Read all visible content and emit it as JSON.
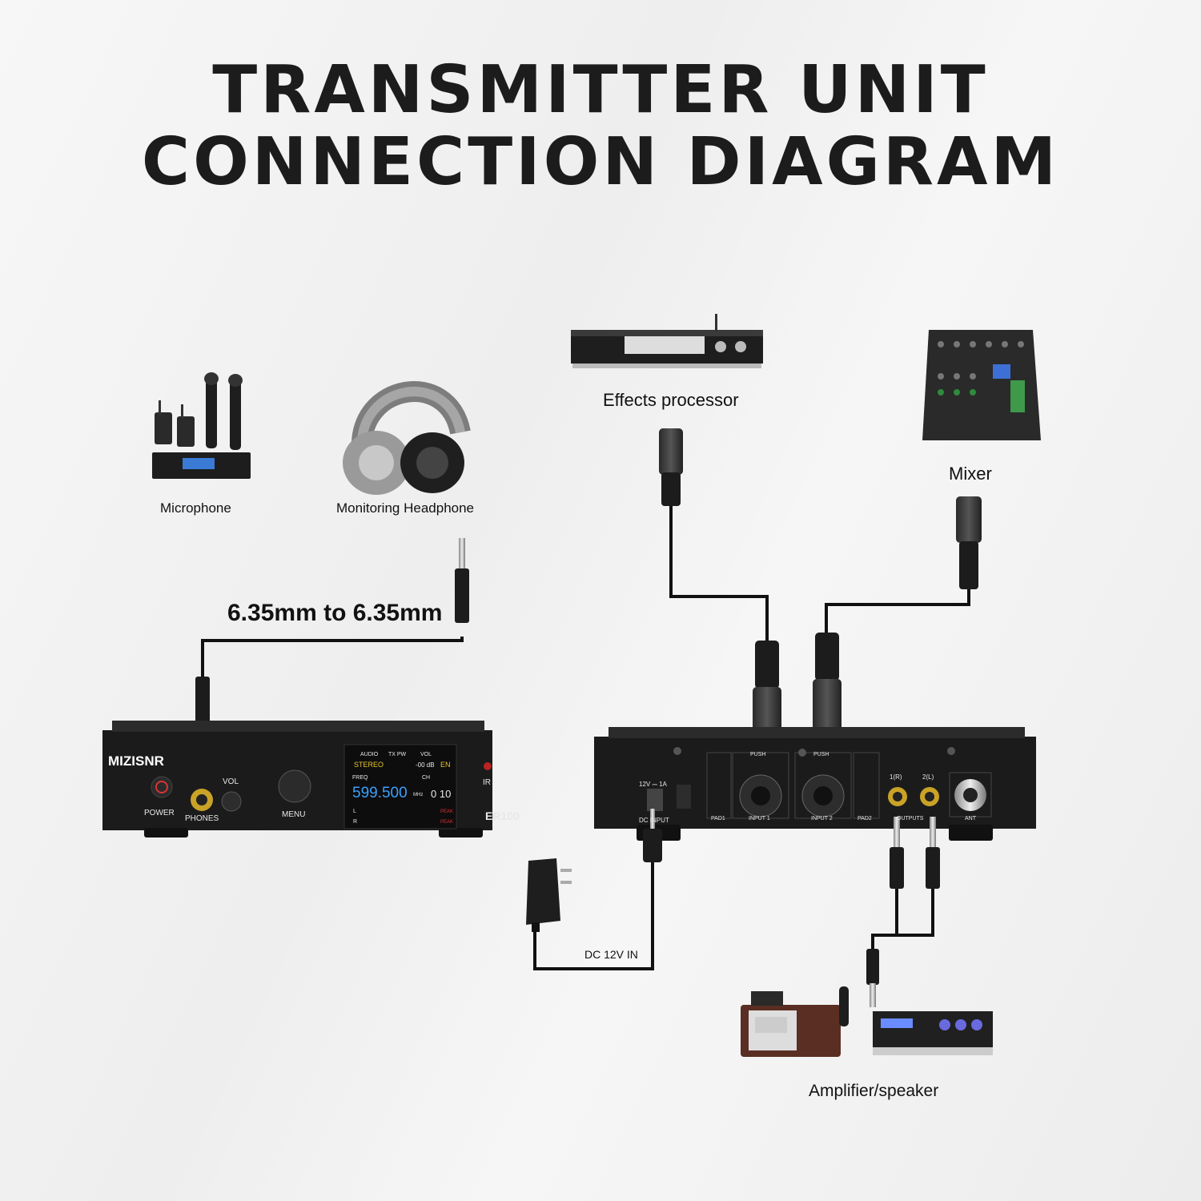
{
  "title": {
    "line1": "TRANSMITTER UNIT",
    "line2": "CONNECTION DIAGRAM"
  },
  "labels": {
    "microphone": "Microphone",
    "monitoring_headphone": "Monitoring Headphone",
    "effects_processor": "Effects processor",
    "mixer": "Mixer",
    "cable_635": "6.35mm to 6.35mm",
    "dc_12v_in": "DC 12V IN",
    "amplifier_speaker": "Amplifier/speaker"
  },
  "front_panel": {
    "brand": "MIZISNR",
    "power": "POWER",
    "phones": "PHONES",
    "vol": "VOL",
    "menu": "MENU",
    "ir": "IR",
    "model": "ER100",
    "display": {
      "audio": "AUDIO",
      "stereo": "STEREO",
      "tx_pw": "TX PW",
      "vol": "VOL",
      "vol_value": "-00 dB",
      "lang": "EN",
      "freq": "FREQ",
      "freq_value": "599.500",
      "mhz": "MHz",
      "ch": "CH",
      "ch_value": "0 10",
      "l": "L",
      "r": "R",
      "peak": "PEAK"
    }
  },
  "back_panel": {
    "dc_rating": "12V ⎓ 1A",
    "dc_input": "DC INPUT",
    "push": "PUSH",
    "pad1": "PAD1",
    "input1": "INPUT 1",
    "input2": "INPUT 2",
    "pad2": "PAD2",
    "out1": "1(R)",
    "out2": "2(L)",
    "outputs": "OUTPUTS",
    "ant": "ANT"
  },
  "colors": {
    "device": "#1f1f1f",
    "cable": "#111111",
    "gold": "#c9a227",
    "display_blue": "#3aa0ff",
    "display_yellow": "#e8c531"
  }
}
